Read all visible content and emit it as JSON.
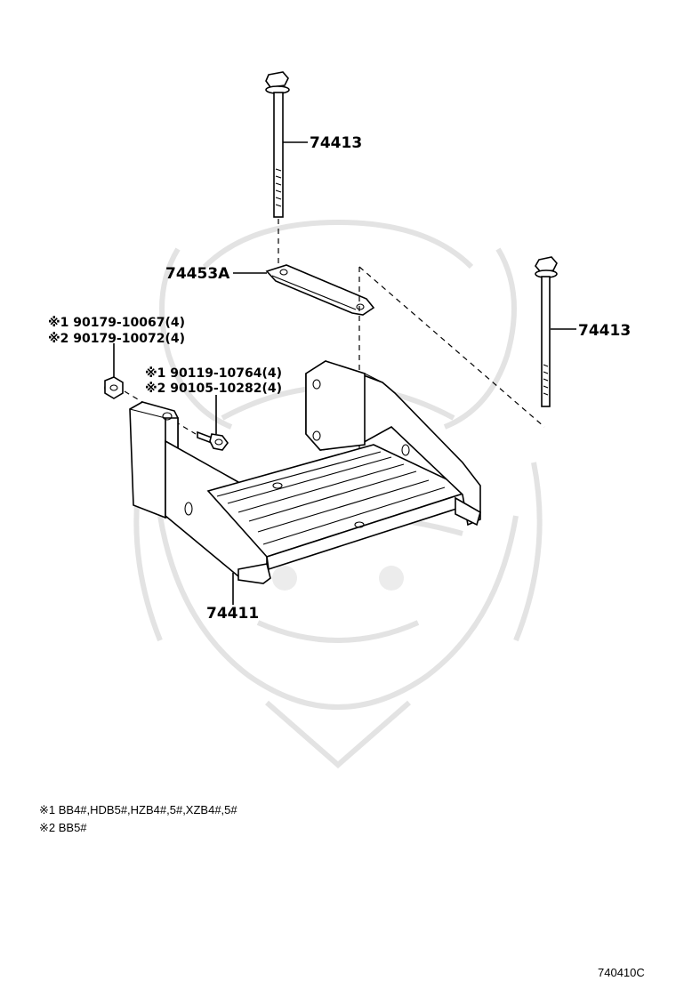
{
  "labels": {
    "bolt_top": "74413",
    "bolt_right": "74413",
    "clamp": "74453A",
    "carrier": "74411",
    "nut_1": "※1 90179-10067(4)",
    "nut_2": "※2 90179-10072(4)",
    "bolt_1": "※1 90119-10764(4)",
    "bolt_2": "※2 90105-10282(4)"
  },
  "notes": {
    "note_1": "※1 BB4#,HDB5#,HZB4#,5#,XZB4#,5#",
    "note_2": "※2 BB5#"
  },
  "figure_code": "740410C"
}
